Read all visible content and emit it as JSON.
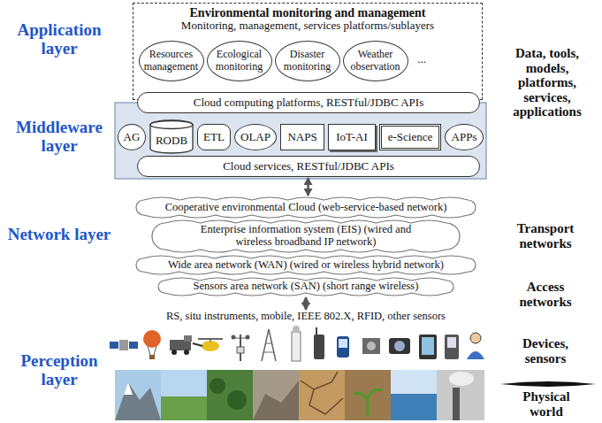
{
  "diagram": {
    "nodes": [
      {
        "text": [
          "Environmental monitoring and management",
          "Monitoring, management, services platforms/sublayers"
        ]
      },
      {
        "text": [
          "Resources management"
        ],
        "in": 0
      },
      {
        "text": [
          "Ecological monitoring"
        ],
        "in": 0
      },
      {
        "text": [
          "Disaster monitoring"
        ],
        "in": 0
      },
      {
        "text": [
          "Weather observation"
        ],
        "in": 0
      },
      {
        "text": [
          "Cloud computing platforms, RESTful/JDBC APIs"
        ]
      },
      {
        "text": [
          "AG"
        ]
      },
      {
        "text": [
          "RODB"
        ]
      },
      {
        "text": [
          "ETL"
        ]
      },
      {
        "text": [
          "OLAP"
        ]
      },
      {
        "text": [
          "NAPS"
        ]
      },
      {
        "text": [
          "IoT-AI"
        ]
      },
      {
        "text": [
          "e-Science"
        ]
      },
      {
        "text": [
          "APPs"
        ]
      },
      {
        "text": [
          "Cloud services, RESTful/JDBC APIs"
        ]
      },
      {
        "text": [
          "Cooperative environmental Cloud (web-service-based network)"
        ]
      },
      {
        "text": [
          "Enterprise information system (EIS) (wired and wireless broadband IP network)"
        ]
      },
      {
        "text": [
          "Wide area network (WAN) (wired or wireless hybrid network)"
        ]
      },
      {
        "text": [
          "Sensors area network (SAN) (short range wireless)"
        ]
      }
    ],
    "edges": [
      {
        "from": 14,
        "to": 15,
        "arrow": "both"
      }
    ],
    "labels": [
      "Application layer",
      "Data, tools, models, platforms, services, applications",
      "...",
      "Middleware layer",
      "Network layer",
      "Transport networks",
      "Access networks",
      "RS, situ instruments, mobile, IEEE 802.X, RFID, other sensors",
      "Perception layer",
      "Devices, sensors",
      "Physical world"
    ]
  }
}
